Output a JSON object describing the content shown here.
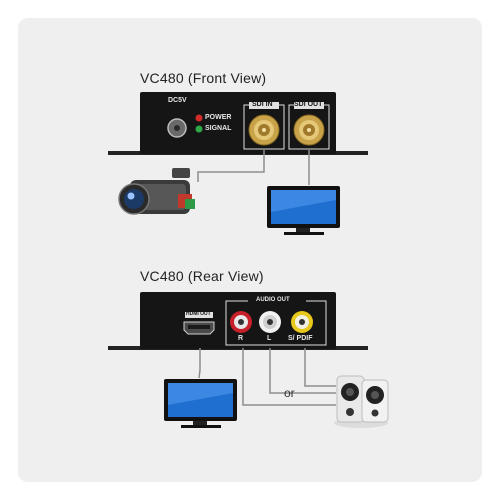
{
  "front": {
    "title": "VC480 (Front View)",
    "dc_label": "DC5V",
    "power_label": "POWER",
    "signal_label": "SIGNAL",
    "sdi_in_label": "SDI IN",
    "sdi_out_label": "SDI OUT",
    "led_colors": {
      "power": "#d42a2a",
      "signal": "#2fa84a"
    }
  },
  "rear": {
    "title": "VC480 (Rear View)",
    "hdmi_label": "HDMI OUT",
    "audio_out_label": "AUDIO OUT",
    "r_label": "R",
    "l_label": "L",
    "spdif_label": "S/ PDIF",
    "or_label": "or",
    "jack_colors": {
      "r": "#c8202a",
      "l": "#f2f2f2",
      "spdif": "#e8c81a"
    }
  },
  "colors": {
    "box": "#151515",
    "bnc_gold": "#c9a34a",
    "cable": "#8d8d8d",
    "screen": "#1e6fd0",
    "panel": "#efefef"
  }
}
